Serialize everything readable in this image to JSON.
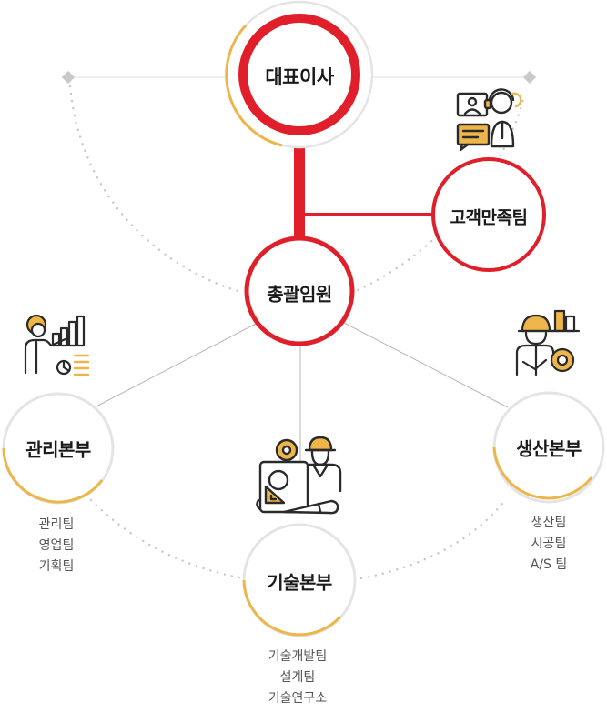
{
  "colors": {
    "accent_red": "#e01f2a",
    "accent_gold": "#eeb54a",
    "ring_gray": "#e4e4e4",
    "line_gray": "#b5b5b5",
    "dot_gray": "#c8c8c8",
    "icon_dark": "#2a2a2a"
  },
  "nodes": {
    "ceo": {
      "label": "대표이사"
    },
    "customer": {
      "label": "고객만족팀"
    },
    "general": {
      "label": "총괄임원"
    },
    "admin": {
      "label": "관리본부",
      "teams": [
        "관리팀",
        "영업팀",
        "기획팀"
      ]
    },
    "tech": {
      "label": "기술본부",
      "teams": [
        "기술개발팀",
        "설계팀",
        "기술연구소"
      ]
    },
    "production": {
      "label": "생산본부",
      "teams": [
        "생산팀",
        "시공팀",
        "A/S 팀"
      ]
    }
  },
  "icons": {
    "support": "customer-support-icon",
    "presenter": "presentation-chart-icon",
    "engineer": "engineer-blueprint-icon",
    "worker": "factory-worker-icon"
  }
}
